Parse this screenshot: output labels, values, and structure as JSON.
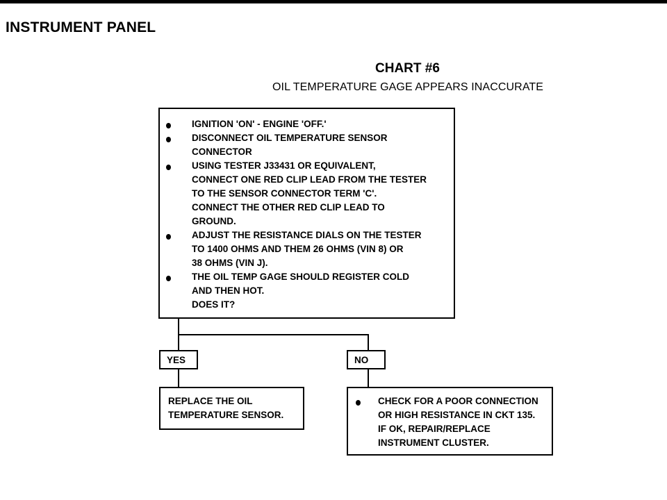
{
  "header": {
    "section_title": "INSTRUMENT PANEL"
  },
  "chart": {
    "title": "CHART #6",
    "subtitle": "OIL TEMPERATURE GAGE APPEARS INACCURATE"
  },
  "main_box": {
    "steps": [
      {
        "lines": [
          "IGNITION 'ON' - ENGINE 'OFF.'"
        ]
      },
      {
        "lines": [
          "DISCONNECT OIL TEMPERATURE SENSOR",
          "CONNECTOR"
        ]
      },
      {
        "lines": [
          "USING TESTER J33431 OR EQUIVALENT,",
          "CONNECT ONE RED CLIP LEAD FROM THE TESTER",
          "TO THE SENSOR CONNECTOR TERM 'C'.",
          "CONNECT THE OTHER RED CLIP LEAD TO",
          "GROUND."
        ]
      },
      {
        "lines": [
          "ADJUST THE RESISTANCE DIALS ON THE TESTER",
          "TO 1400 OHMS AND THEM 26 OHMS (VIN 8) OR",
          "38 OHMS (VIN J)."
        ]
      },
      {
        "lines": [
          "THE OIL TEMP GAGE SHOULD REGISTER COLD",
          "AND THEN HOT.",
          "DOES IT?"
        ]
      }
    ]
  },
  "branches": {
    "yes_label": "YES",
    "no_label": "NO"
  },
  "results": {
    "yes_lines": [
      "REPLACE THE OIL",
      "TEMPERATURE SENSOR."
    ],
    "no_lines": [
      "CHECK FOR A POOR CONNECTION",
      "OR HIGH RESISTANCE IN CKT 135.",
      "IF OK, REPAIR/REPLACE",
      "INSTRUMENT CLUSTER."
    ]
  }
}
